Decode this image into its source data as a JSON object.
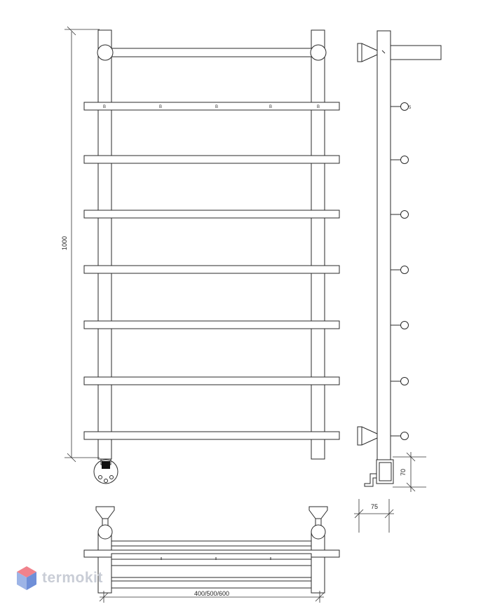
{
  "dimensions": {
    "height": "1000",
    "connection_height": "70",
    "depth": "75",
    "width_options": "400/500/600",
    "bar_marks": "B",
    "side_mark": "5"
  },
  "watermark": {
    "brand": "termokit",
    "icon": "cube-logo-icon",
    "colors": {
      "top": "#f0828c",
      "left": "#9db4e6",
      "right": "#6f8fd8"
    }
  },
  "colors": {
    "line": "#2a2a2a",
    "background": "#ffffff"
  }
}
